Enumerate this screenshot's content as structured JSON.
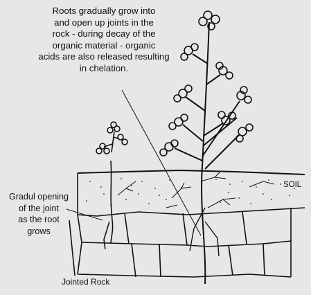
{
  "annotations": {
    "top_caption": [
      "Roots gradually grow into",
      "and open up joints in the",
      "rock - during decay of the",
      "organic material - organic",
      "acids are also released resulting",
      "in chelation."
    ],
    "joint_opening": [
      "Gradul opening",
      "of the joint",
      "as the root",
      "grows"
    ],
    "soil_label": "SOIL",
    "rock_label": "Jointed Rock"
  }
}
